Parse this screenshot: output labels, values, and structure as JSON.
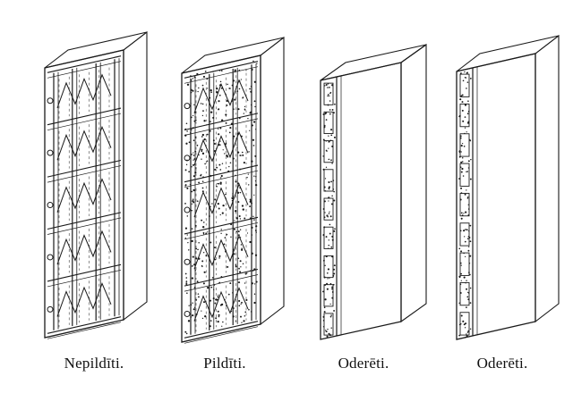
{
  "figure": {
    "panels": [
      {
        "caption": "Nepildīti.",
        "kind": "unfilled"
      },
      {
        "caption": "Pildīti.",
        "kind": "filled"
      },
      {
        "caption": "Oderēti.",
        "kind": "lined"
      },
      {
        "caption": "Oderēti.",
        "kind": "lined"
      }
    ],
    "colors": {
      "ink": "#1a1a1a",
      "paper": "#ffffff"
    }
  }
}
